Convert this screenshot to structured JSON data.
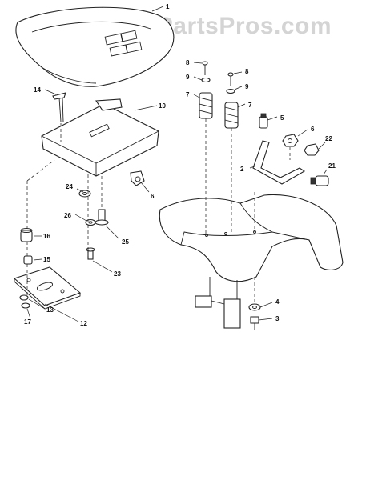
{
  "watermark": "AppliancePartsPros.com",
  "callouts": {
    "c1": "1",
    "c2": "2",
    "c3": "3",
    "c4": "4",
    "c5a": "5",
    "c5b": "5",
    "c6a": "6",
    "c6b": "6",
    "c7a": "7",
    "c7b": "7",
    "c8a": "8",
    "c8b": "8",
    "c9a": "9",
    "c9b": "9",
    "c10": "10",
    "c12": "12",
    "c13": "13",
    "c14": "14",
    "c15": "15",
    "c16": "16",
    "c17": "17",
    "c21": "21",
    "c22": "22",
    "c23": "23",
    "c24": "24",
    "c25": "25",
    "c26": "26"
  }
}
